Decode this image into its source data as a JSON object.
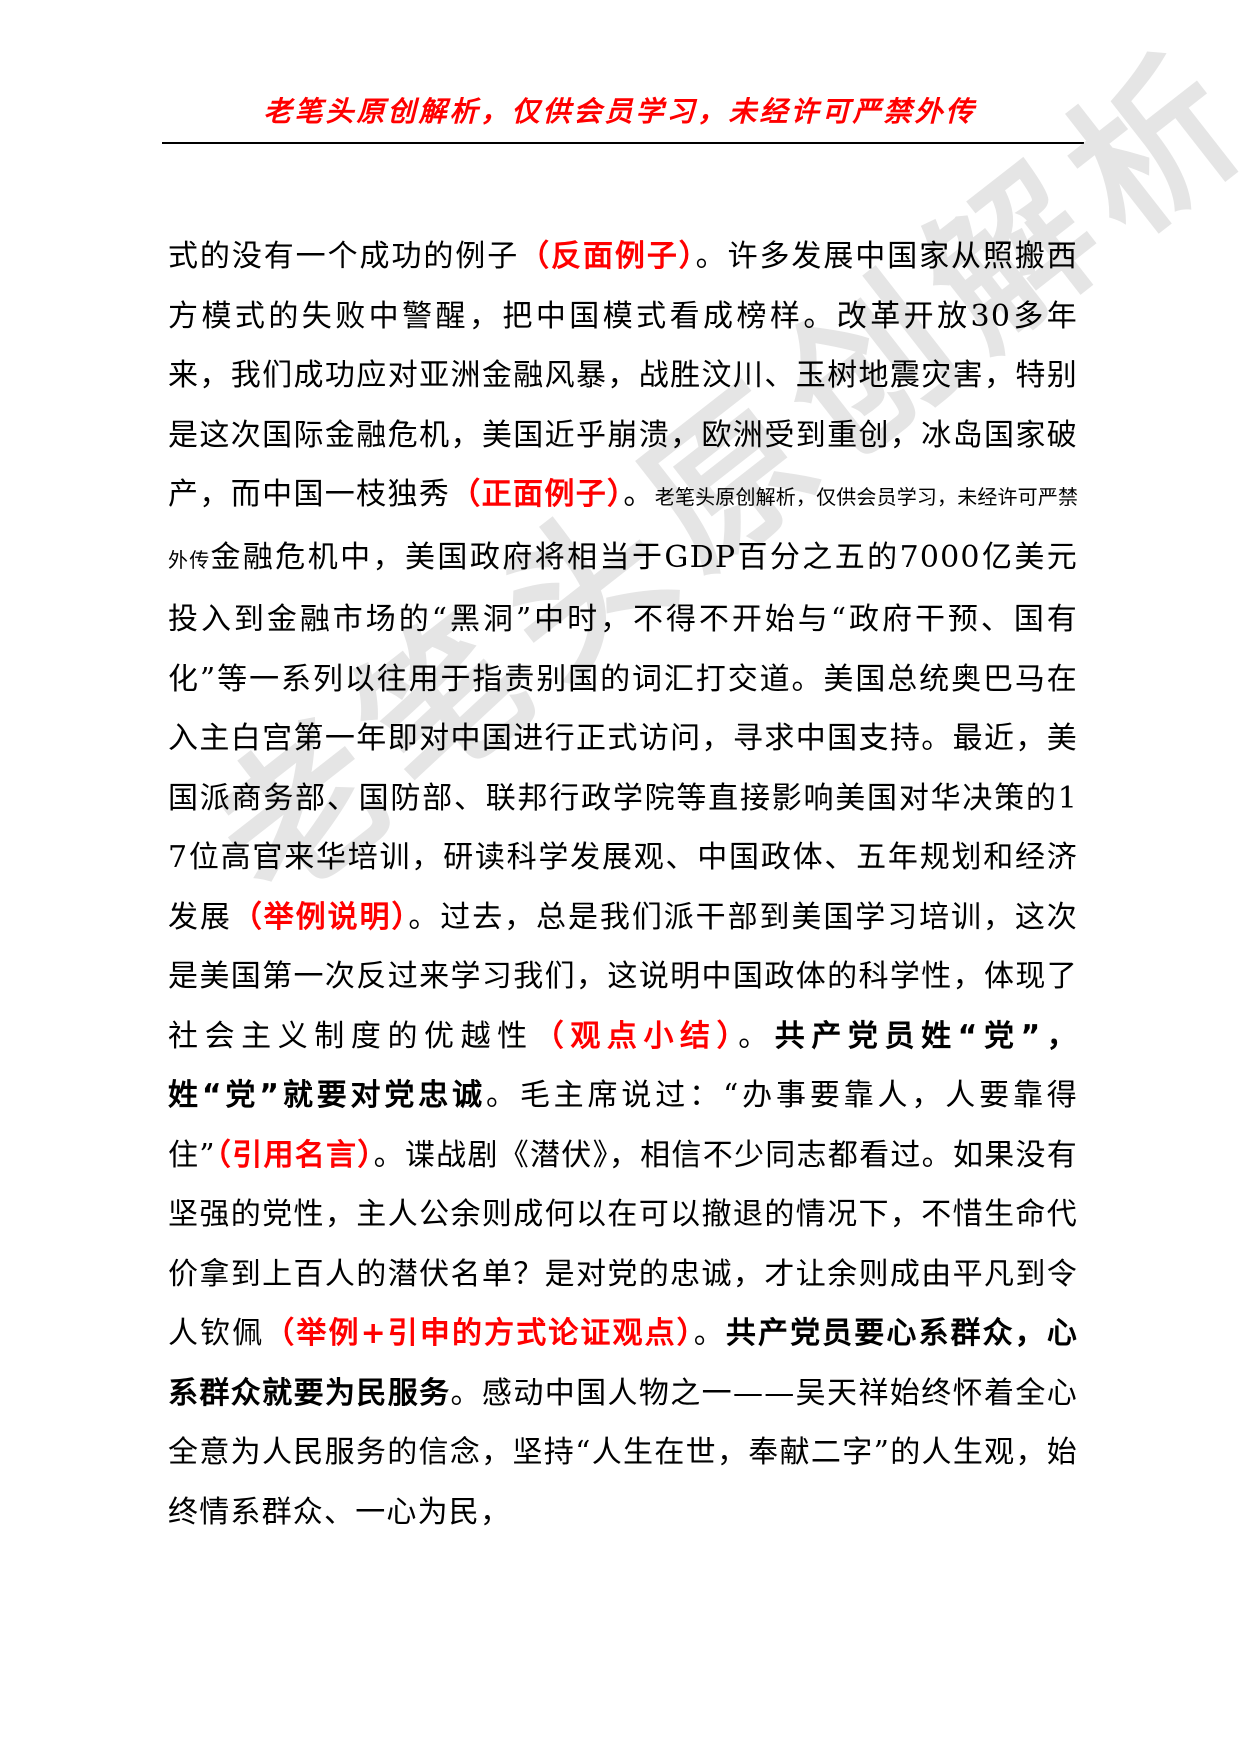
{
  "header": {
    "title": "老笔头原创解析，仅供会员学习，未经许可严禁外传"
  },
  "watermark": {
    "text": "老笔头原创解析"
  },
  "paragraph": {
    "s1": "式的没有一个成功的例子",
    "r1": "（反面例子）",
    "s2": "。许多发展中国家从照搬西方模式的失败中警醒，把中国模式看成榜样。改革开放30多年来，我们成功应对亚洲金融风暴，战胜汶川、玉树地震灾害，特别是这次国际金融危机，美国近乎崩溃，欧洲受到重创，冰岛国家破产，而中国一枝独秀",
    "r2": "（正面例子）",
    "s3": "。",
    "small": "老笔头原创解析，仅供会员学习，未经许可严禁外传",
    "s4": "金融危机中，美国政府将相当于GDP百分之五的7000亿美元投入到金融市场的“黑洞”中时，不得不开始与“政府干预、国有化”等一系列以往用于指责别国的词汇打交道。美国总统奥巴马在入主白宫第一年即对中国进行正式访问，寻求中国支持。最近，美国派商务部、国防部、联邦行政学院等直接影响美国对华决策的17位高官来华培训，研读科学发展观、中国政体、五年规划和经济发展",
    "r3": "（举例说明）",
    "s5": "。过去，总是我们派干部到美国学习培训，这次是美国第一次反过来学习我们，这说明中国政体的科学性，体现了社会主义制度的优越性",
    "r4": "（观点小结）",
    "s6": "。",
    "b1": "共产党员姓“党”，姓“党”就要对党忠诚",
    "s7": "。毛主席说过：“办事要靠人，人要靠得住”",
    "r5": "（引用名言）",
    "s8": "。谍战剧《潜伏》，相信不少同志都看过。如果没有坚强的党性，主人公余则成何以在可以撤退的情况下，不惜生命代价拿到上百人的潜伏名单？是对党的忠诚，才让余则成由平凡到令人钦佩",
    "r6": "（举例+引申的方式论证观点）",
    "s9": "。",
    "b2": "共产党员要心系群众，心系群众就要为民服务",
    "s10": "。感动中国人物之一——吴天祥始终怀着全心全意为人民服务的信念，坚持“人生在世，奉献二字”的人生观，始终情系群众、一心为民，"
  }
}
